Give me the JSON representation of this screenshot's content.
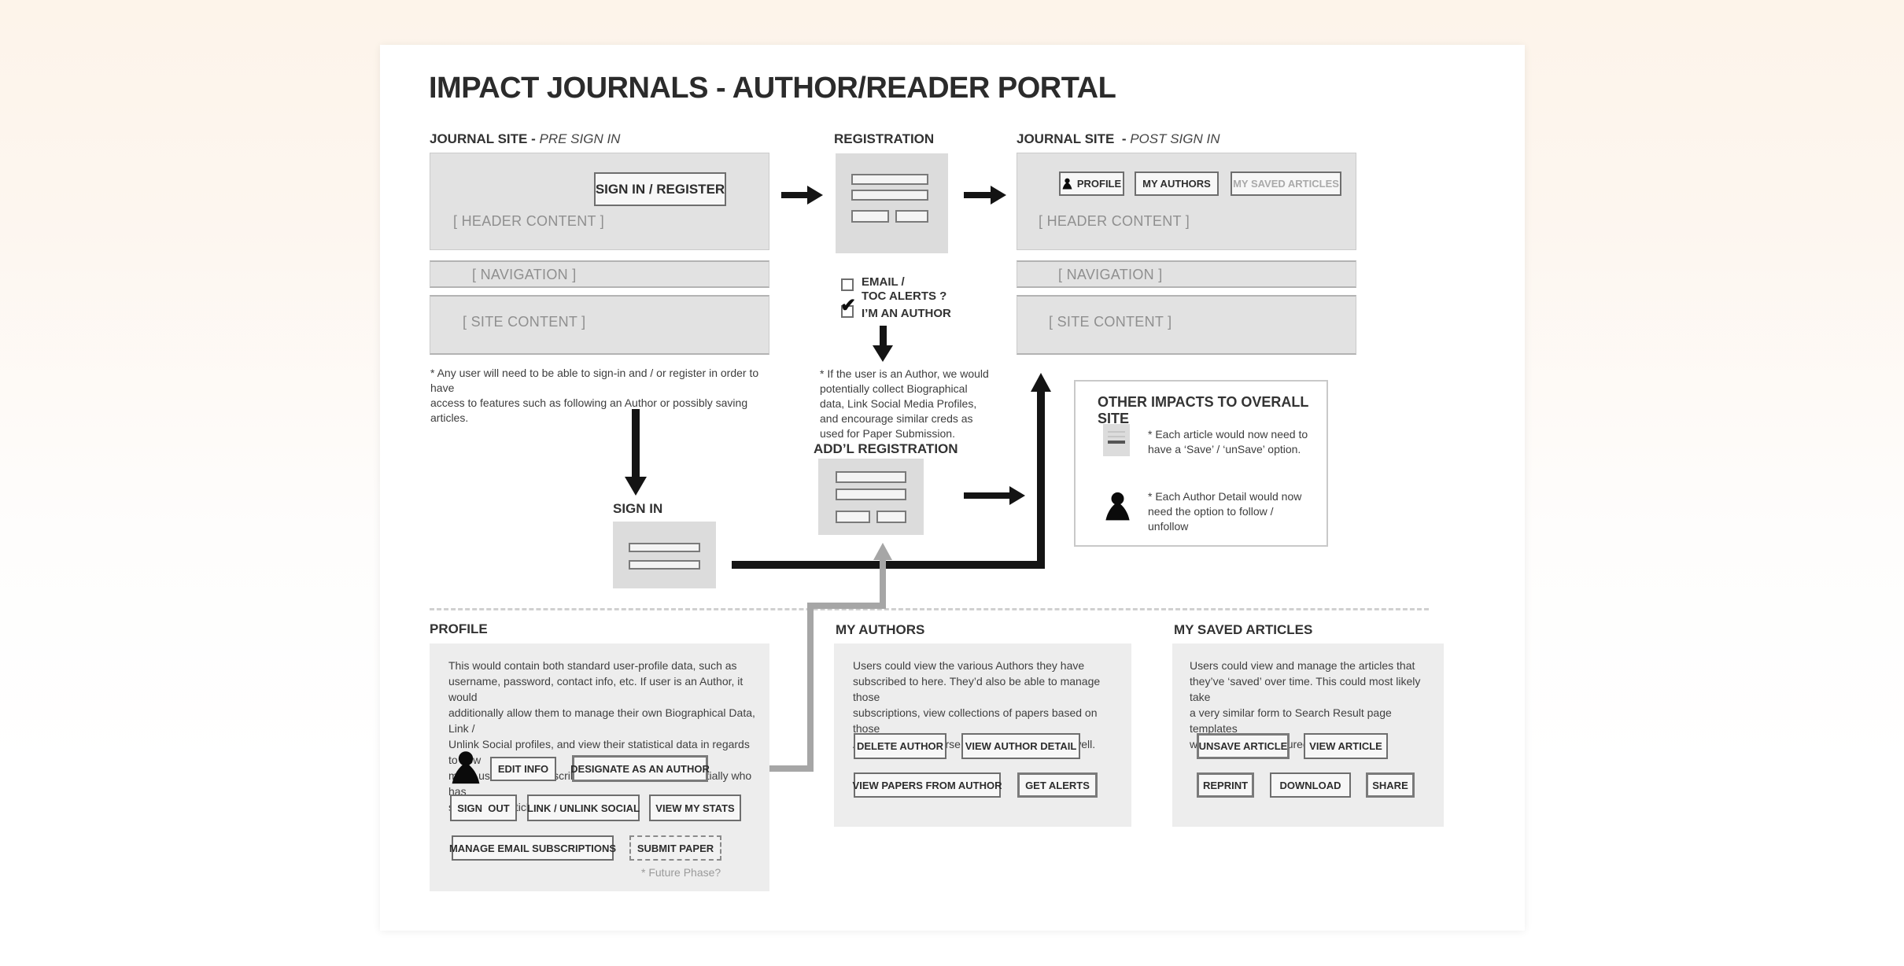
{
  "title": "IMPACT JOURNALS - AUTHOR/READER PORTAL",
  "colors": {
    "arrow_black": "#141414",
    "connector_grey": "#a6a6a6",
    "wireframe_grey": "#e2e2e2",
    "panel_grey": "#ededed",
    "page_background_top": "#fdf4ea",
    "canvas": "#ffffff"
  },
  "pre": {
    "heading": "JOURNAL SITE - ",
    "heading_mode": "PRE SIGN IN",
    "sign_in_register": "SIGN IN / REGISTER",
    "header_content": "[ HEADER CONTENT ]",
    "navigation": "[ NAVIGATION ]",
    "site_content": "[ SITE CONTENT ]",
    "note": "* Any user will need to be able to sign-in and / or register in order to have\naccess to features such as following an Author or possibly saving articles."
  },
  "registration": {
    "heading": "REGISTRATION",
    "email_toc_label": "EMAIL /\nTOC ALERTS ?",
    "im_author_label": "I’M AN AUTHOR",
    "note": "* If the user is an Author, we would\npotentially collect Biographical\ndata, Link Social Media Profiles,\nand encourage similar creds as\nused for Paper Submission."
  },
  "post": {
    "heading": "JOURNAL SITE  - ",
    "heading_mode": "POST SIGN IN",
    "profile": "PROFILE",
    "my_authors": "MY AUTHORS",
    "my_saved_articles": "MY SAVED ARTICLES",
    "header_content": "[ HEADER CONTENT ]",
    "navigation": "[ NAVIGATION ]",
    "site_content": "[ SITE CONTENT ]"
  },
  "signin": {
    "heading": "SIGN IN"
  },
  "addl_registration": {
    "heading": "ADD’L REGISTRATION"
  },
  "other_impacts": {
    "heading": "OTHER IMPACTS TO OVERALL SITE",
    "article_note": "* Each article would now need to\nhave a ‘Save’ / ‘unSave’ option.",
    "author_note": "* Each Author Detail would now\nneed the option to follow /\nunfollow"
  },
  "profile": {
    "heading": "PROFILE",
    "body": "This would contain both standard user-profile data, such as\nusername, password, contact info, etc.  If user is an Author, it would\nadditionally allow them to manage their own Biographical Data, Link /\nUnlink Social profiles, and view their statistical data in regards to how\nmany users have subscribed or followed them, potentially who has\nsaved their articles, etc.",
    "edit_info": "EDIT INFO",
    "designate_author": "DESIGNATE AS AN AUTHOR",
    "sign_out": "SIGN  OUT",
    "link_social": "LINK / UNLINK SOCIAL",
    "view_stats": "VIEW MY STATS",
    "manage_email": "MANAGE EMAIL SUBSCRIPTIONS",
    "submit_paper": "SUBMIT PAPER",
    "future_phase": "* Future Phase?"
  },
  "my_authors": {
    "heading": "MY AUTHORS",
    "body": "Users could view the various Authors they have\nsubscribed to here. They’d also be able to manage those\nsubscriptions, view collections of papers based on those\nAuthors and of course view Author details as well.",
    "delete_author": "DELETE AUTHOR",
    "view_author_detail": "VIEW AUTHOR DETAIL",
    "view_papers": "VIEW PAPERS FROM AUTHOR",
    "get_alerts": "GET ALERTS"
  },
  "my_saved": {
    "heading": "MY SAVED ARTICLES",
    "body": "Users could view and manage the articles that\nthey’ve ‘saved’ over time. This could most likely take\na very similar form to Search Result page templates\nwe’ve already structured.",
    "unsave_article": "UNSAVE ARTICLE",
    "view_article": "VIEW ARTICLE",
    "reprint": "REPRINT",
    "download": "DOWNLOAD",
    "share": "SHARE"
  }
}
